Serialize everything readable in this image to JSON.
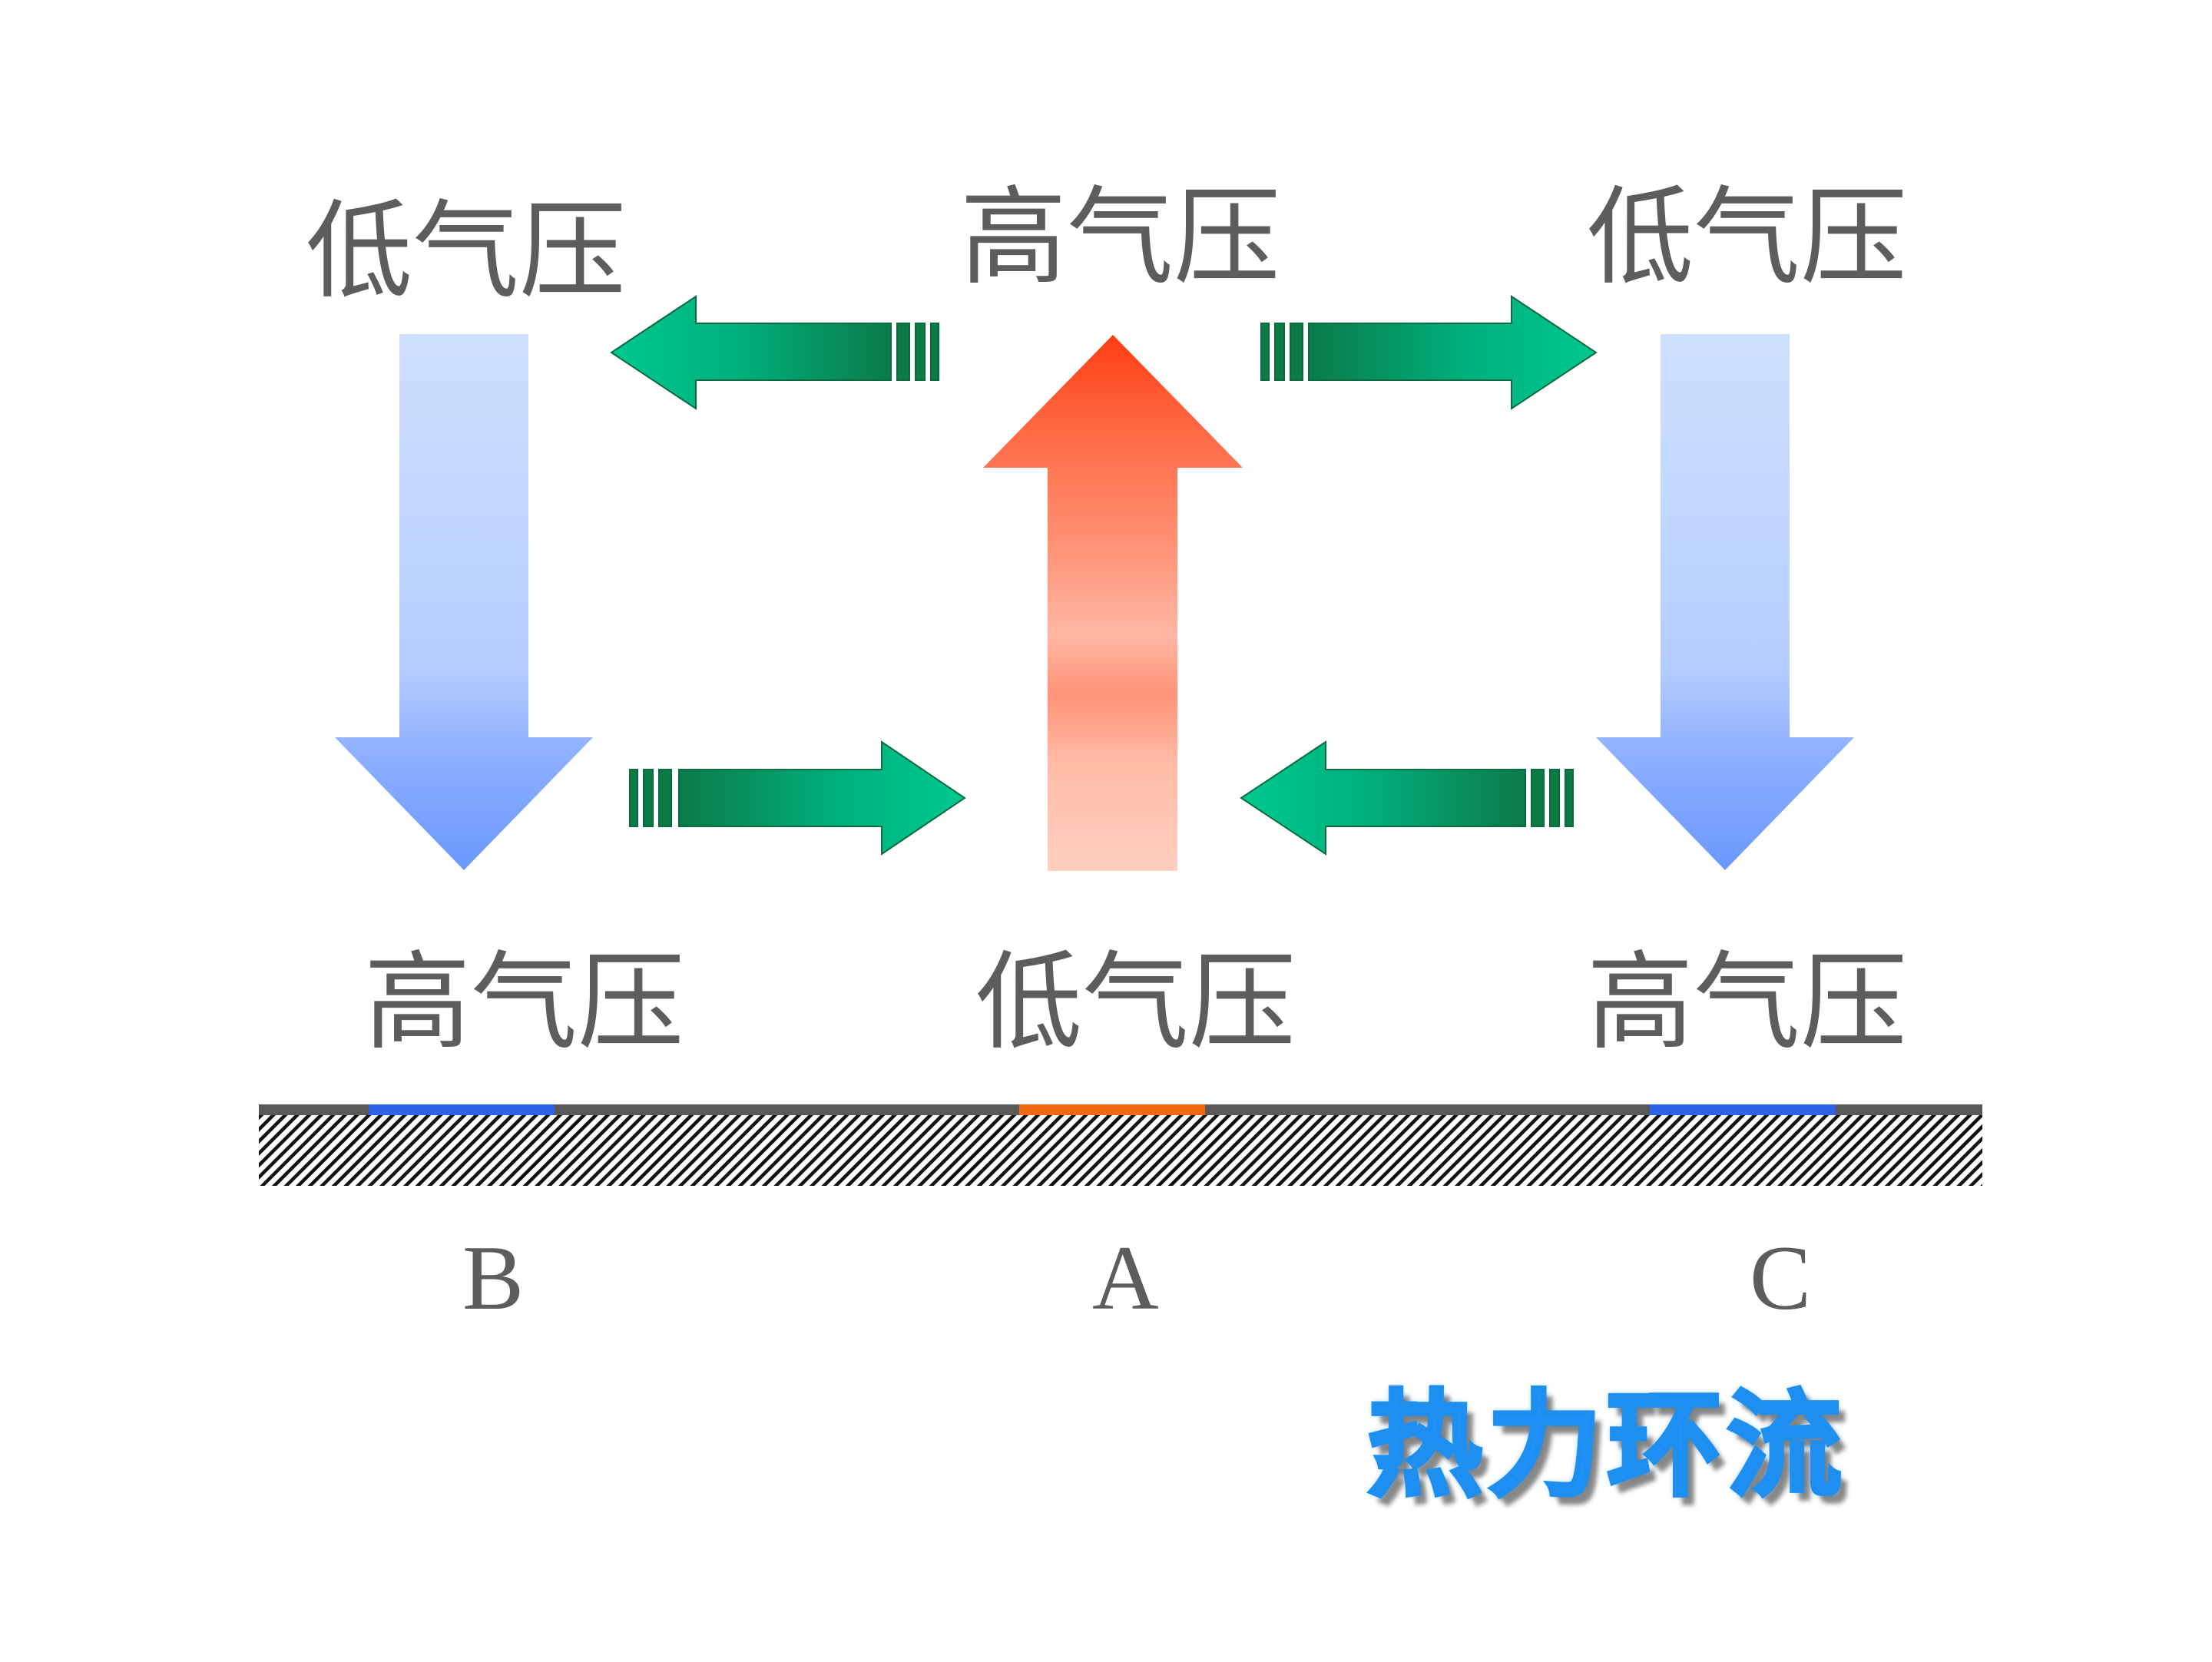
{
  "labels": {
    "top_left": "低气压",
    "top_center": "高气压",
    "top_right": "低气压",
    "bottom_left": "高气压",
    "bottom_center": "低气压",
    "bottom_right": "高气压"
  },
  "locations": {
    "left": "B",
    "center": "A",
    "right": "C"
  },
  "title": "热力环流",
  "colors": {
    "label_text": "#5d5d5d",
    "descending_arrow": "#6f9cff",
    "ascending_arrow": "#ff4a1a",
    "horizontal_arrow": "#00c08a",
    "ground_line": "#595959",
    "cold_surface": "#2f63e6",
    "warm_surface": "#f06a12",
    "title": "#1e90ff"
  },
  "icons": {
    "descending": "down-arrow-icon",
    "ascending": "up-arrow-icon",
    "flow_left": "left-arrow-icon",
    "flow_right": "right-arrow-icon"
  }
}
